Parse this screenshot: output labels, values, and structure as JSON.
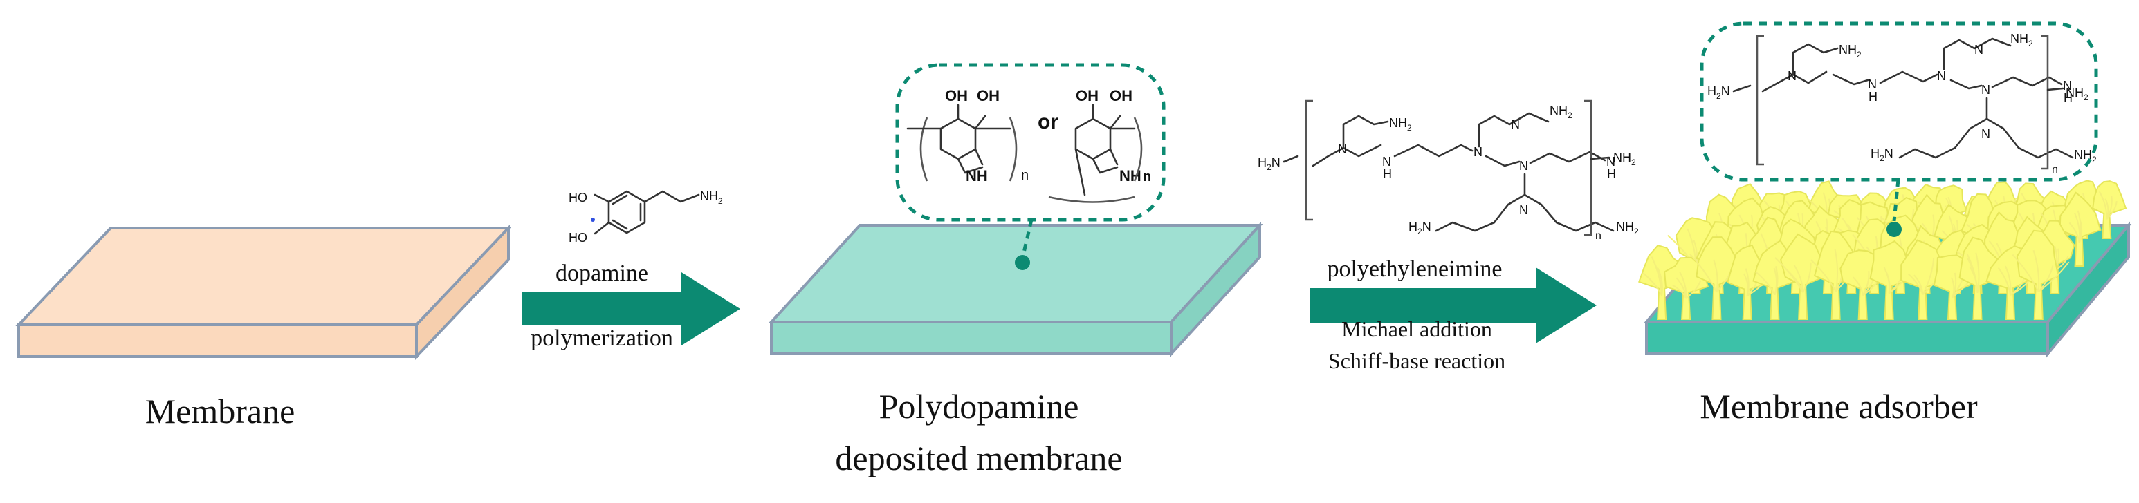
{
  "colors": {
    "membrane_top": "#fde0c8",
    "membrane_front": "#fbd9bd",
    "membrane_edge": "#8a9bb2",
    "pda_top": "#9fe0d2",
    "pda_front": "#8fd9c8",
    "adsorber_top": "#45c9b0",
    "adsorber_front": "#3cc1a8",
    "arrow": "#0c8a72",
    "bubble_border": "#0c8a72",
    "brush": "#fbfb7a",
    "brush_stroke": "#e6e65a"
  },
  "stages": {
    "membrane": "Membrane",
    "pda_line1": "Polydopamine",
    "pda_line2": "deposited membrane",
    "adsorber": "Membrane adsorber"
  },
  "step1": {
    "reagent": "dopamine",
    "process": "polymerization"
  },
  "step2": {
    "reagent": "polyethyleneimine",
    "process1": "Michael addition",
    "process2": "Schiff-base reaction"
  },
  "chem": {
    "ho": "HO",
    "oh": "OH",
    "nh": "NH",
    "n": "N",
    "h": "H",
    "nh2": "NH",
    "h2n": "H",
    "sub2": "2",
    "or": "or",
    "rep": "n"
  }
}
